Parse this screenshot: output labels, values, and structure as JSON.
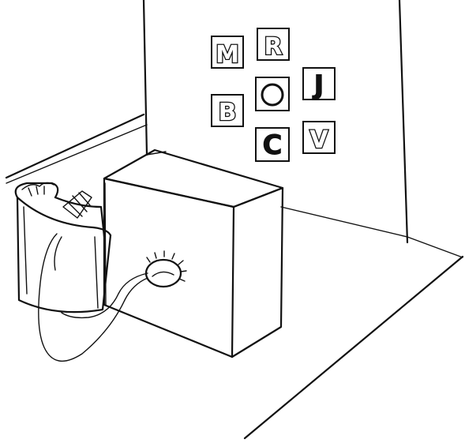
{
  "board": {
    "tiles": [
      {
        "id": "m",
        "letter": "M",
        "style": "outline"
      },
      {
        "id": "r",
        "letter": "R",
        "style": "outline"
      },
      {
        "id": "j",
        "letter": "J",
        "style": "solid"
      },
      {
        "id": "b",
        "letter": "B",
        "style": "outline"
      },
      {
        "id": "c",
        "letter": "C",
        "style": "solid"
      },
      {
        "id": "v",
        "letter": "V",
        "style": "outline"
      }
    ],
    "center_symbol": "circle"
  },
  "colors": {
    "ink": "#111111",
    "paper": "#ffffff"
  }
}
